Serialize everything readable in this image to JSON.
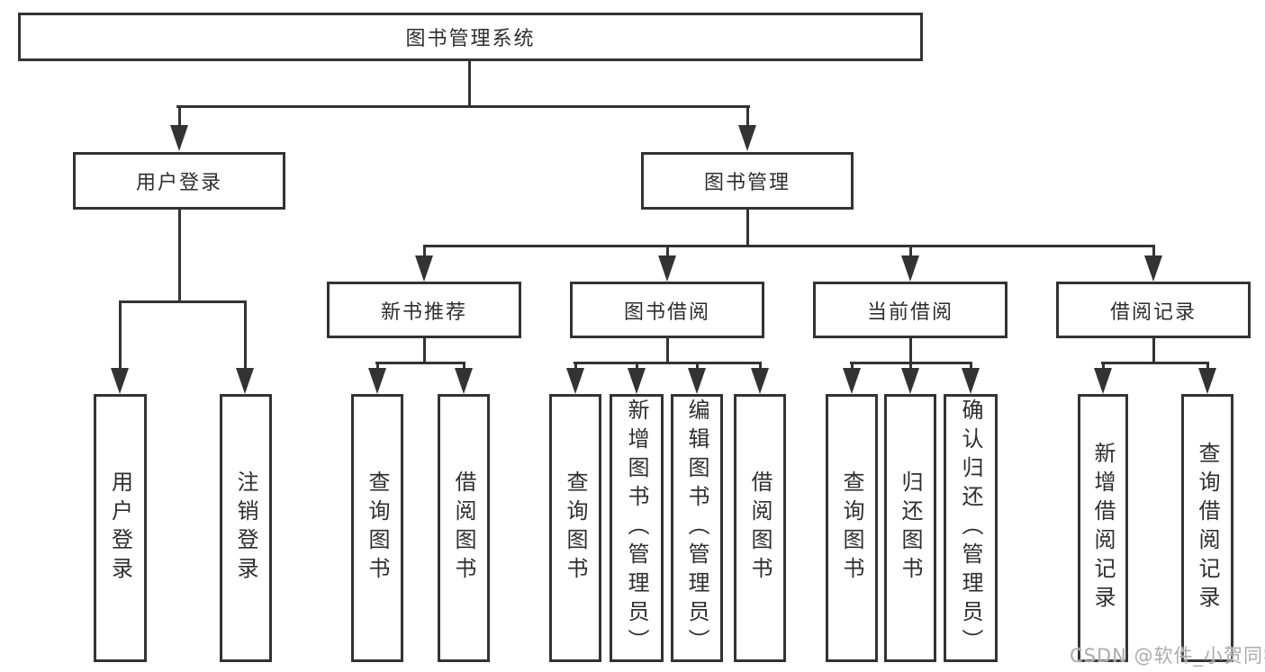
{
  "tree": {
    "root": {
      "label": "图书管理系统"
    },
    "branches": [
      {
        "label": "用户登录",
        "children": [
          {
            "label": "用户登录"
          },
          {
            "label": "注销登录"
          }
        ]
      },
      {
        "label": "图书管理",
        "children": [
          {
            "label": "新书推荐",
            "children": [
              {
                "label": "查询图书"
              },
              {
                "label": "借阅图书"
              }
            ]
          },
          {
            "label": "图书借阅",
            "children": [
              {
                "label": "查询图书"
              },
              {
                "label": "新增图书（管理员）"
              },
              {
                "label": "编辑图书（管理员）"
              },
              {
                "label": "借阅图书"
              }
            ]
          },
          {
            "label": "当前借阅",
            "children": [
              {
                "label": "查询图书"
              },
              {
                "label": "归还图书"
              },
              {
                "label": "确认归还（管理员）"
              }
            ]
          },
          {
            "label": "借阅记录",
            "children": [
              {
                "label": "新增借阅记录"
              },
              {
                "label": "查询借阅记录"
              }
            ]
          }
        ]
      }
    ]
  },
  "watermark": "CSDN @软件_小贺同学",
  "colors": {
    "line": "#333333",
    "text": "#2e2e2e",
    "box_background": "#ffffff",
    "page_background": "#ffffff",
    "watermark": "#ababab"
  }
}
